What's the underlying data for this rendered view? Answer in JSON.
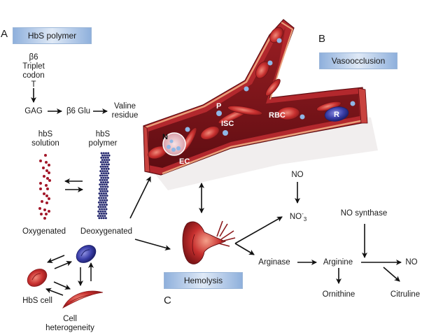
{
  "panels": {
    "a": {
      "letter": "A",
      "title": "HbS polymer"
    },
    "b": {
      "letter": "B",
      "title": "Vasoocclusion"
    },
    "c": {
      "letter": "C",
      "title": "Hemolysis"
    }
  },
  "mutation": {
    "codon_line1": "β6",
    "codon_line2": "Triplet",
    "codon_line3": "codon",
    "codon_line4": "T",
    "gag": "GAG",
    "glu": "β6 Glu",
    "valine_line1": "Valine",
    "valine_line2": "residue"
  },
  "polymerization": {
    "solution_line1": "hbS",
    "solution_line2": "solution",
    "polymer_line1": "hbS",
    "polymer_line2": "polymer",
    "oxygenated": "Oxygenated",
    "deoxygenated": "Deoxygenated"
  },
  "cells": {
    "hbs_cell": "HbS cell",
    "heterogeneity_line1": "Cell",
    "heterogeneity_line2": "heterogeneity"
  },
  "vessel_labels": {
    "neutrophil": "N",
    "endothelial": "EC",
    "platelet": "P",
    "isc": "ISC",
    "rbc": "RBC",
    "reticulocyte": "R"
  },
  "no_pathway": {
    "no_top": "NO",
    "nitrate": "NO",
    "nitrate_sup": "-",
    "nitrate_sub": "3",
    "no_synthase": "NO synthase",
    "arginase": "Arginase",
    "arginine": "Arginine",
    "no_right": "NO",
    "ornithine": "Ornithine",
    "citruline": "Citruline"
  },
  "colors": {
    "vessel_red": "#b3282d",
    "vessel_dark": "#6e1116",
    "vessel_wall": "#e9a07a",
    "rbc_red": "#c8302f",
    "deoxy_blue": "#2b2f8f",
    "platelet_blue": "#8fb7e6",
    "box_blue": "#8fb0dc"
  }
}
